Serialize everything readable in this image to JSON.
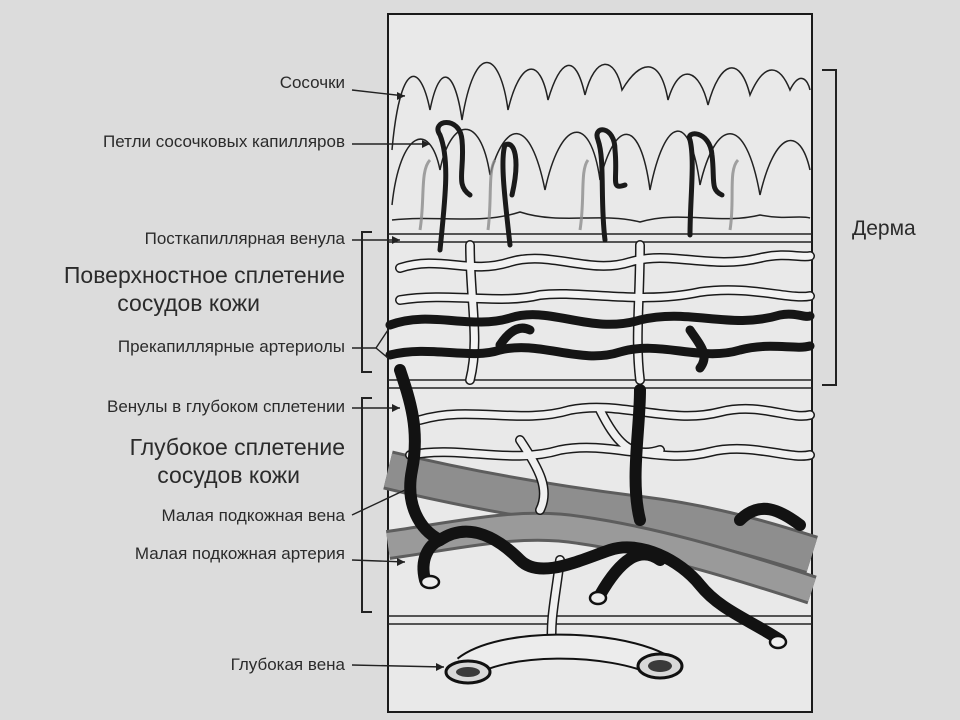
{
  "labels": {
    "papillae": "Сосочки",
    "capillary_loops": "Петли сосочковых капилляров",
    "postcapillary_venule": "Посткапиллярная венула",
    "superficial_plexus_1": "Поверхностное сплетение",
    "superficial_plexus_2": "сосудов кожи",
    "precapillary_arterioles": "Прекапиллярные артериолы",
    "deep_plexus_venules": "Венулы в глубоком сплетении",
    "deep_plexus_1": "Глубокое сплетение",
    "deep_plexus_2": "сосудов кожи",
    "small_saphenous_vein": "Малая подкожная вена",
    "small_saphenous_artery": "Малая подкожная артерия",
    "deep_vein": "Глубокая вена",
    "dermis": "Дерма"
  }
}
